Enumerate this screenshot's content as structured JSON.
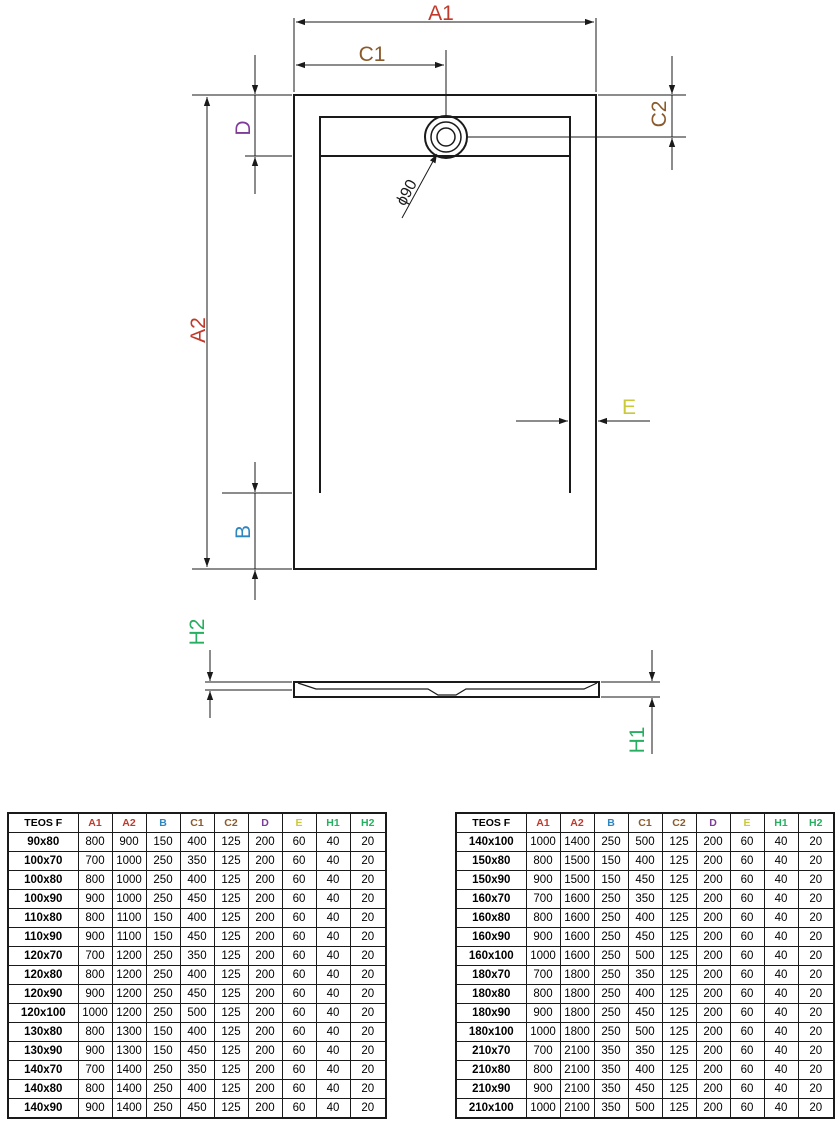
{
  "colors": {
    "A1": "#c0392b",
    "A2": "#c0392b",
    "B": "#2e86c1",
    "C1": "#8b5a2b",
    "C2": "#8b5a2b",
    "D": "#7d3c98",
    "E": "#c9c93a",
    "H1": "#27ae60",
    "H2": "#27ae60",
    "line": "#1a1a1a"
  },
  "labels": {
    "A1": "A1",
    "C1": "C1",
    "C2": "C2",
    "D": "D",
    "A2": "A2",
    "B": "B",
    "E": "E",
    "H1": "H1",
    "H2": "H2",
    "phi": "ϕ90"
  },
  "table": {
    "headers": [
      "TEOS F",
      "A1",
      "A2",
      "B",
      "C1",
      "C2",
      "D",
      "E",
      "H1",
      "H2"
    ],
    "left_rows": [
      [
        "90x80",
        "800",
        "900",
        "150",
        "400",
        "125",
        "200",
        "60",
        "40",
        "20"
      ],
      [
        "100x70",
        "700",
        "1000",
        "250",
        "350",
        "125",
        "200",
        "60",
        "40",
        "20"
      ],
      [
        "100x80",
        "800",
        "1000",
        "250",
        "400",
        "125",
        "200",
        "60",
        "40",
        "20"
      ],
      [
        "100x90",
        "900",
        "1000",
        "250",
        "450",
        "125",
        "200",
        "60",
        "40",
        "20"
      ],
      [
        "110x80",
        "800",
        "1100",
        "150",
        "400",
        "125",
        "200",
        "60",
        "40",
        "20"
      ],
      [
        "110x90",
        "900",
        "1100",
        "150",
        "450",
        "125",
        "200",
        "60",
        "40",
        "20"
      ],
      [
        "120x70",
        "700",
        "1200",
        "250",
        "350",
        "125",
        "200",
        "60",
        "40",
        "20"
      ],
      [
        "120x80",
        "800",
        "1200",
        "250",
        "400",
        "125",
        "200",
        "60",
        "40",
        "20"
      ],
      [
        "120x90",
        "900",
        "1200",
        "250",
        "450",
        "125",
        "200",
        "60",
        "40",
        "20"
      ],
      [
        "120x100",
        "1000",
        "1200",
        "250",
        "500",
        "125",
        "200",
        "60",
        "40",
        "20"
      ],
      [
        "130x80",
        "800",
        "1300",
        "150",
        "400",
        "125",
        "200",
        "60",
        "40",
        "20"
      ],
      [
        "130x90",
        "900",
        "1300",
        "150",
        "450",
        "125",
        "200",
        "60",
        "40",
        "20"
      ],
      [
        "140x70",
        "700",
        "1400",
        "250",
        "350",
        "125",
        "200",
        "60",
        "40",
        "20"
      ],
      [
        "140x80",
        "800",
        "1400",
        "250",
        "400",
        "125",
        "200",
        "60",
        "40",
        "20"
      ],
      [
        "140x90",
        "900",
        "1400",
        "250",
        "450",
        "125",
        "200",
        "60",
        "40",
        "20"
      ]
    ],
    "right_rows": [
      [
        "140x100",
        "1000",
        "1400",
        "250",
        "500",
        "125",
        "200",
        "60",
        "40",
        "20"
      ],
      [
        "150x80",
        "800",
        "1500",
        "150",
        "400",
        "125",
        "200",
        "60",
        "40",
        "20"
      ],
      [
        "150x90",
        "900",
        "1500",
        "150",
        "450",
        "125",
        "200",
        "60",
        "40",
        "20"
      ],
      [
        "160x70",
        "700",
        "1600",
        "250",
        "350",
        "125",
        "200",
        "60",
        "40",
        "20"
      ],
      [
        "160x80",
        "800",
        "1600",
        "250",
        "400",
        "125",
        "200",
        "60",
        "40",
        "20"
      ],
      [
        "160x90",
        "900",
        "1600",
        "250",
        "450",
        "125",
        "200",
        "60",
        "40",
        "20"
      ],
      [
        "160x100",
        "1000",
        "1600",
        "250",
        "500",
        "125",
        "200",
        "60",
        "40",
        "20"
      ],
      [
        "180x70",
        "700",
        "1800",
        "250",
        "350",
        "125",
        "200",
        "60",
        "40",
        "20"
      ],
      [
        "180x80",
        "800",
        "1800",
        "250",
        "400",
        "125",
        "200",
        "60",
        "40",
        "20"
      ],
      [
        "180x90",
        "900",
        "1800",
        "250",
        "450",
        "125",
        "200",
        "60",
        "40",
        "20"
      ],
      [
        "180x100",
        "1000",
        "1800",
        "250",
        "500",
        "125",
        "200",
        "60",
        "40",
        "20"
      ],
      [
        "210x70",
        "700",
        "2100",
        "350",
        "350",
        "125",
        "200",
        "60",
        "40",
        "20"
      ],
      [
        "210x80",
        "800",
        "2100",
        "350",
        "400",
        "125",
        "200",
        "60",
        "40",
        "20"
      ],
      [
        "210x90",
        "900",
        "2100",
        "350",
        "450",
        "125",
        "200",
        "60",
        "40",
        "20"
      ],
      [
        "210x100",
        "1000",
        "2100",
        "350",
        "500",
        "125",
        "200",
        "60",
        "40",
        "20"
      ]
    ]
  }
}
